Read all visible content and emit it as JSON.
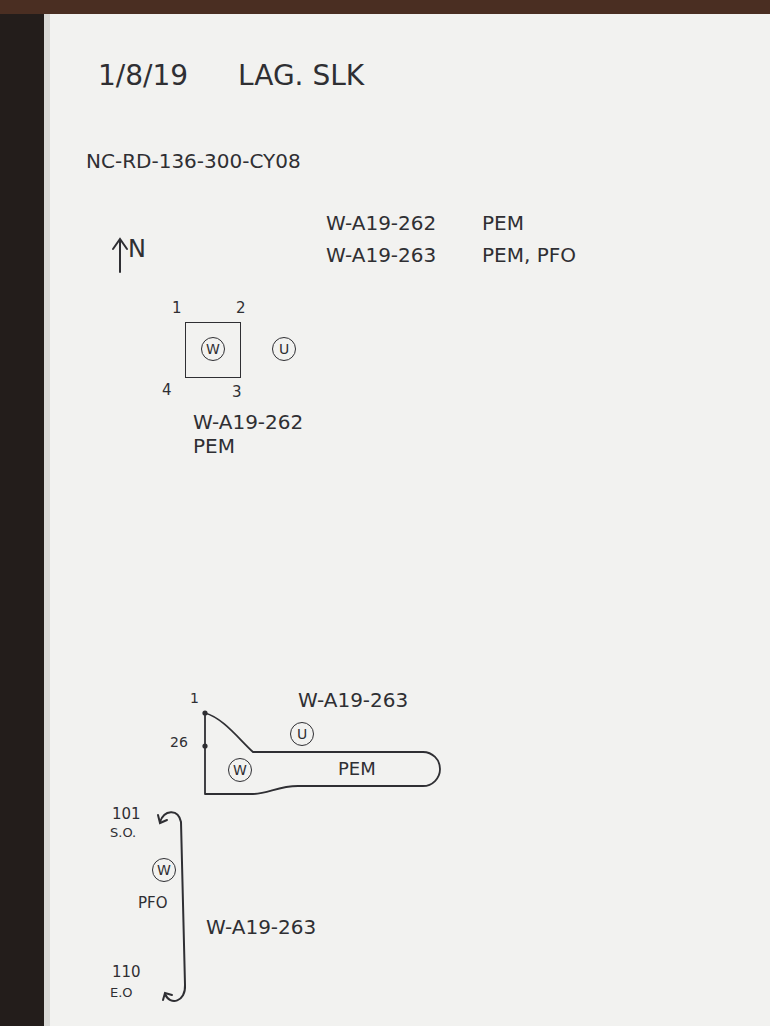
{
  "diagram": {
    "nodes": [
      {
        "text": [
          "W-A19-262 PEM"
        ]
      },
      {
        "text": [
          "W"
        ],
        "in": 0
      },
      {
        "text": [
          "U"
        ]
      },
      {
        "text": [
          "W-A19-263",
          "PEM"
        ]
      },
      {
        "text": [
          "U"
        ]
      },
      {
        "text": [
          "W"
        ],
        "in": 3
      },
      {
        "text": [
          "W"
        ]
      }
    ],
    "labels": [
      "1/8/19",
      "LAG. SLK",
      "NC-RD-136-300-CY08",
      "N",
      "W-A19-262",
      "PEM",
      "W-A19-263",
      "PEM, PFO",
      "1",
      "2",
      "4",
      "3",
      "1",
      "26",
      "101",
      "S.O.",
      "PFO",
      "W-A19-263",
      "110",
      "E.O"
    ]
  }
}
